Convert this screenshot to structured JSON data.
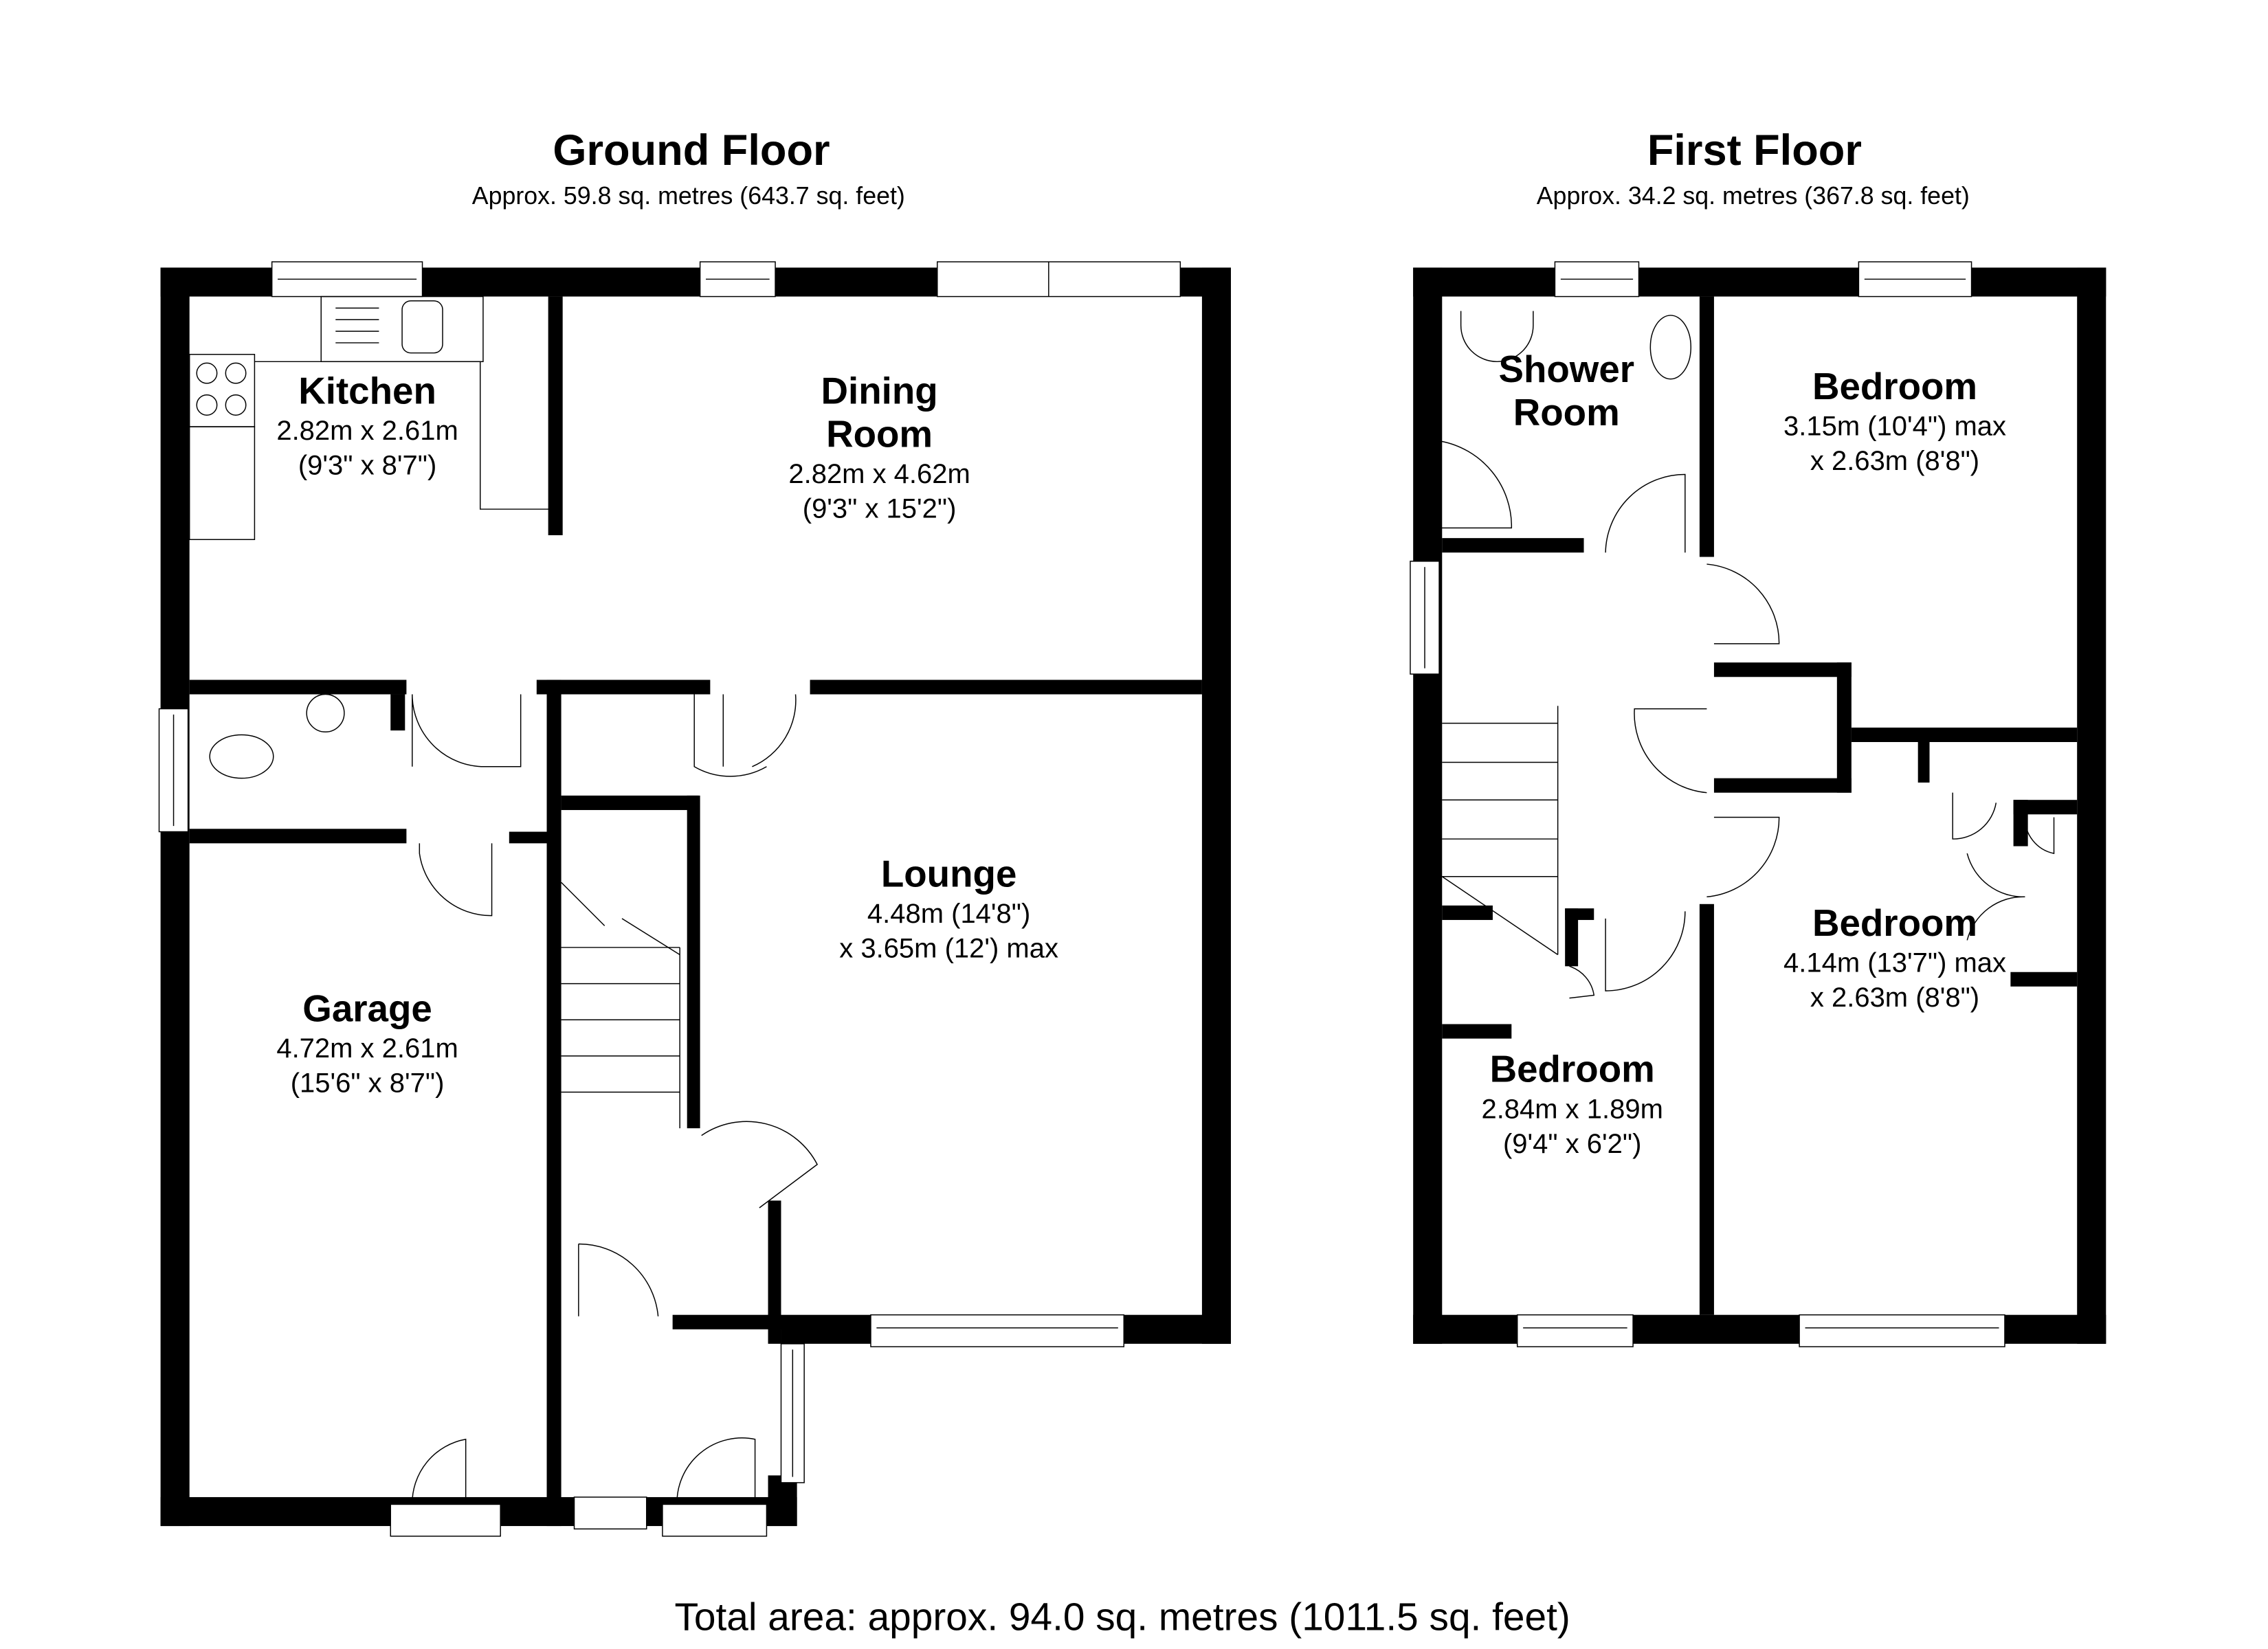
{
  "ground_floor": {
    "title": "Ground Floor",
    "area": "Approx. 59.8 sq. metres (643.7 sq. feet)",
    "rooms": {
      "kitchen": {
        "name": "Kitchen",
        "dim_m": "2.82m x 2.61m",
        "dim_ft": "(9'3\" x 8'7\")"
      },
      "dining": {
        "name_line1": "Dining",
        "name_line2": "Room",
        "dim_m": "2.82m x 4.62m",
        "dim_ft": "(9'3\" x 15'2\")"
      },
      "lounge": {
        "name": "Lounge",
        "dim_line1": "4.48m (14'8\")",
        "dim_line2": "x 3.65m (12') max"
      },
      "garage": {
        "name": "Garage",
        "dim_m": "4.72m x 2.61m",
        "dim_ft": "(15'6\" x 8'7\")"
      }
    }
  },
  "first_floor": {
    "title": "First Floor",
    "area": "Approx. 34.2 sq. metres (367.8 sq. feet)",
    "rooms": {
      "shower": {
        "name_line1": "Shower",
        "name_line2": "Room"
      },
      "bedroom1": {
        "name": "Bedroom",
        "dim_line1": "3.15m (10'4\") max",
        "dim_line2": "x 2.63m (8'8\")"
      },
      "bedroom2": {
        "name": "Bedroom",
        "dim_line1": "4.14m (13'7\") max",
        "dim_line2": "x 2.63m (8'8\")"
      },
      "bedroom3": {
        "name": "Bedroom",
        "dim_m": "2.84m x 1.89m",
        "dim_ft": "(9'4\" x 6'2\")"
      }
    }
  },
  "total_area": "Total area: approx. 94.0 sq. metres (1011.5 sq. feet)"
}
